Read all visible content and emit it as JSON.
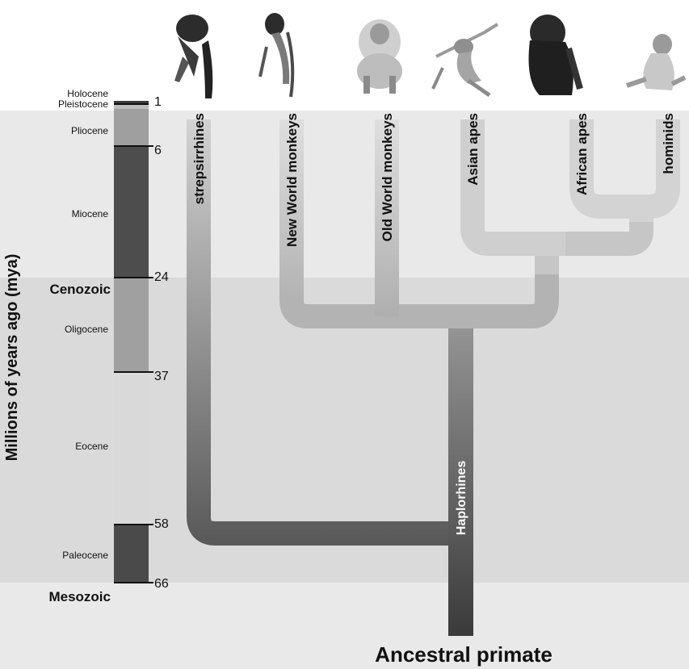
{
  "axis": {
    "label": "Millions of years ago (mya)",
    "tick_values": [
      "1",
      "6",
      "24",
      "37",
      "58",
      "66"
    ]
  },
  "epochs": [
    {
      "name": "Holocene"
    },
    {
      "name": "Pleistocene"
    },
    {
      "name": "Pliocene"
    },
    {
      "name": "Miocene"
    },
    {
      "name": "Oligocene"
    },
    {
      "name": "Eocene"
    },
    {
      "name": "Paleocene"
    }
  ],
  "eras": [
    {
      "name": "Cenozoic"
    },
    {
      "name": "Mesozoic"
    }
  ],
  "taxa": [
    {
      "name": "strepsirrhines",
      "icon": "lemur-icon"
    },
    {
      "name": "New World monkeys",
      "icon": "new-world-monkey-icon"
    },
    {
      "name": "Old World monkeys",
      "icon": "baboon-icon"
    },
    {
      "name": "Asian apes",
      "icon": "gibbon-icon"
    },
    {
      "name": "African apes",
      "icon": "gorilla-icon"
    },
    {
      "name": "hominids",
      "icon": "human-icon"
    }
  ],
  "branch_labels": {
    "haplorhines": "Haplorhines"
  },
  "root_label": "Ancestral primate",
  "colors": {
    "band_light": "#e9e9e9",
    "band_mid": "#dadada",
    "branch_light": "#cfcfcf",
    "branch_dark": "#4a4a4a",
    "epoch_dark": "#4d4d4d",
    "epoch_mid": "#a0a0a0",
    "epoch_light": "#d9d9d9"
  }
}
